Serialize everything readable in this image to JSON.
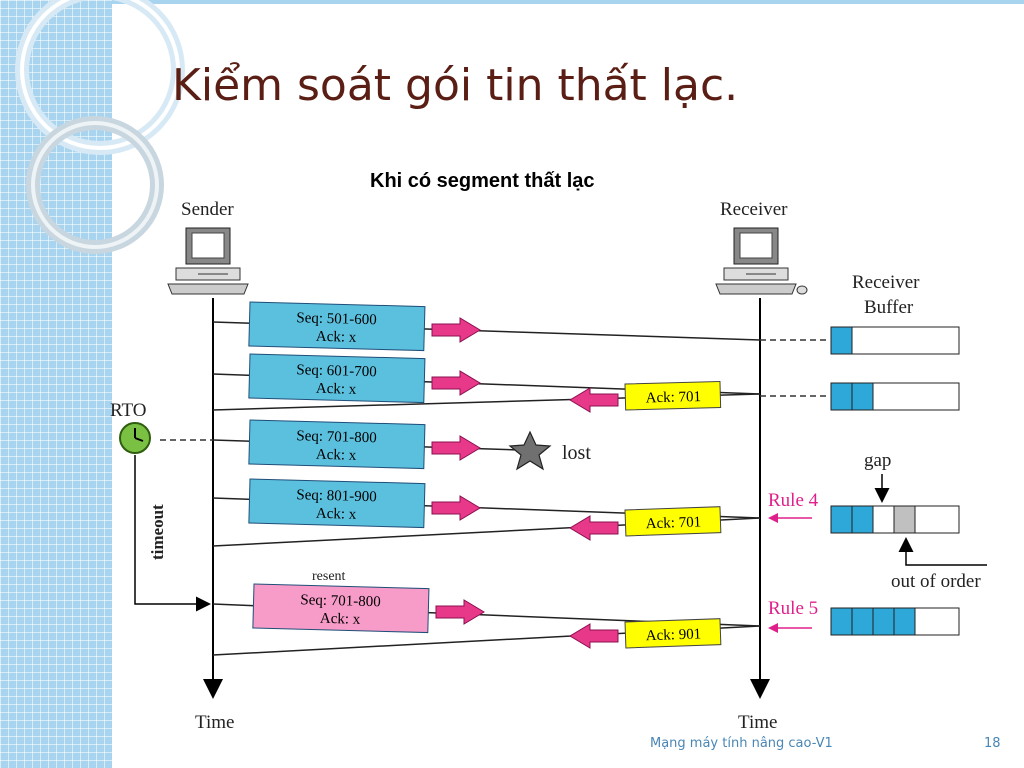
{
  "title": "Kiểm soát gói tin thất lạc.",
  "subtitle": "Khi có segment thất lạc",
  "diagram": {
    "sender_label": "Sender",
    "receiver_label": "Receiver",
    "receiver_buffer_label_line1": "Receiver",
    "receiver_buffer_label_line2": "Buffer",
    "rto_label": "RTO",
    "timeout_label": "timeout",
    "time_label_left": "Time",
    "time_label_right": "Time",
    "lost_label": "lost",
    "gap_label": "gap",
    "out_of_order_label": "out of order",
    "resent_label": "resent",
    "segments": [
      {
        "seq": "Seq: 501-600",
        "ack": "Ack: x",
        "color": "#5bc0de"
      },
      {
        "seq": "Seq: 601-700",
        "ack": "Ack: x",
        "color": "#5bc0de"
      },
      {
        "seq": "Seq: 701-800",
        "ack": "Ack: x",
        "color": "#5bc0de"
      },
      {
        "seq": "Seq: 801-900",
        "ack": "Ack: x",
        "color": "#5bc0de"
      },
      {
        "seq": "Seq: 701-800",
        "ack": "Ack: x",
        "color": "#f79bc8"
      }
    ],
    "acks": [
      {
        "label": "Ack: 701"
      },
      {
        "label": "Ack: 701"
      },
      {
        "label": "Ack: 901"
      }
    ],
    "rules": [
      {
        "label": "Rule 4"
      },
      {
        "label": "Rule 5"
      }
    ],
    "buffers": [
      {
        "filled": [
          1,
          0,
          0,
          0,
          0
        ]
      },
      {
        "filled": [
          1,
          1,
          0,
          0,
          0
        ]
      },
      {
        "filled": [
          1,
          1,
          0,
          2,
          0
        ]
      },
      {
        "filled": [
          1,
          1,
          1,
          1,
          0
        ]
      }
    ],
    "colors": {
      "segment_blue": "#5bc0de",
      "segment_pink": "#f79bc8",
      "ack_yellow": "#ffff00",
      "arrow_pink": "#e8388a",
      "rule_magenta": "#e0208a",
      "buffer_fill": "#2ea8d8",
      "buffer_gray": "#c0c0c0",
      "clock_green": "#7ac143"
    }
  },
  "footer": {
    "course": "Mạng máy tính nâng cao-V1",
    "page": "18"
  }
}
